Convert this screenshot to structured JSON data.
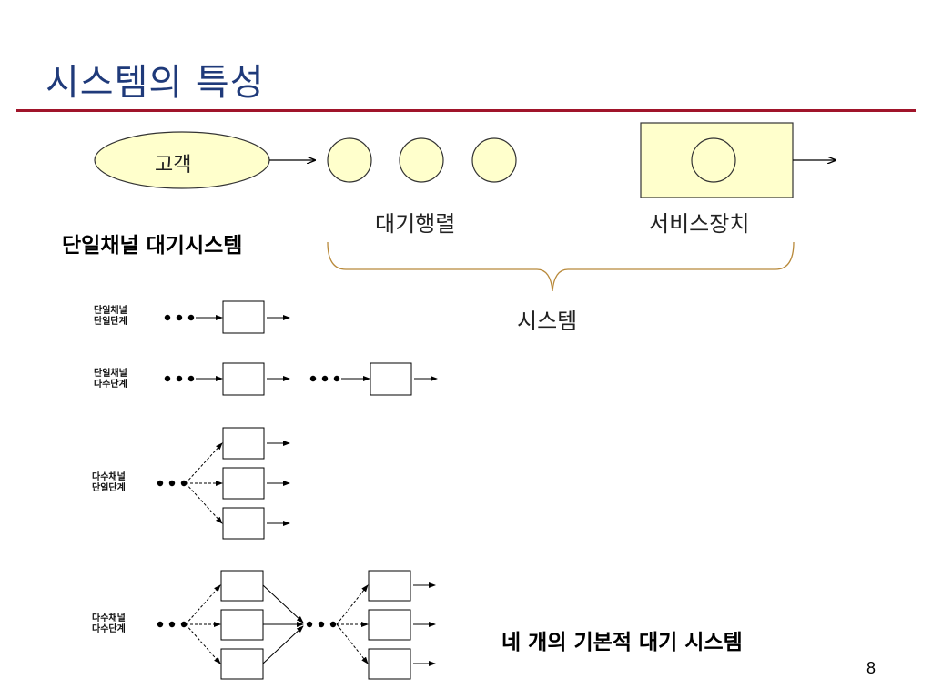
{
  "title": "시스템의 특성",
  "top_diagram": {
    "customer": "고객",
    "queue": "대기행렬",
    "server": "서비스장치",
    "single_channel_title": "단일채널 대기시스템",
    "system": "시스템"
  },
  "configs": [
    {
      "line1": "단일채널",
      "line2": "단일단계"
    },
    {
      "line1": "단일채널",
      "line2": "다수단계"
    },
    {
      "line1": "다수채널",
      "line2": "단일단계"
    },
    {
      "line1": "다수채널",
      "line2": "다수단계"
    }
  ],
  "caption": "네 개의 기본적 대기 시스템",
  "page_number": "8",
  "colors": {
    "title": "#1f3a7a",
    "rule": "#a0142a",
    "fill": "#ffffcc",
    "brace": "#b8893a"
  }
}
